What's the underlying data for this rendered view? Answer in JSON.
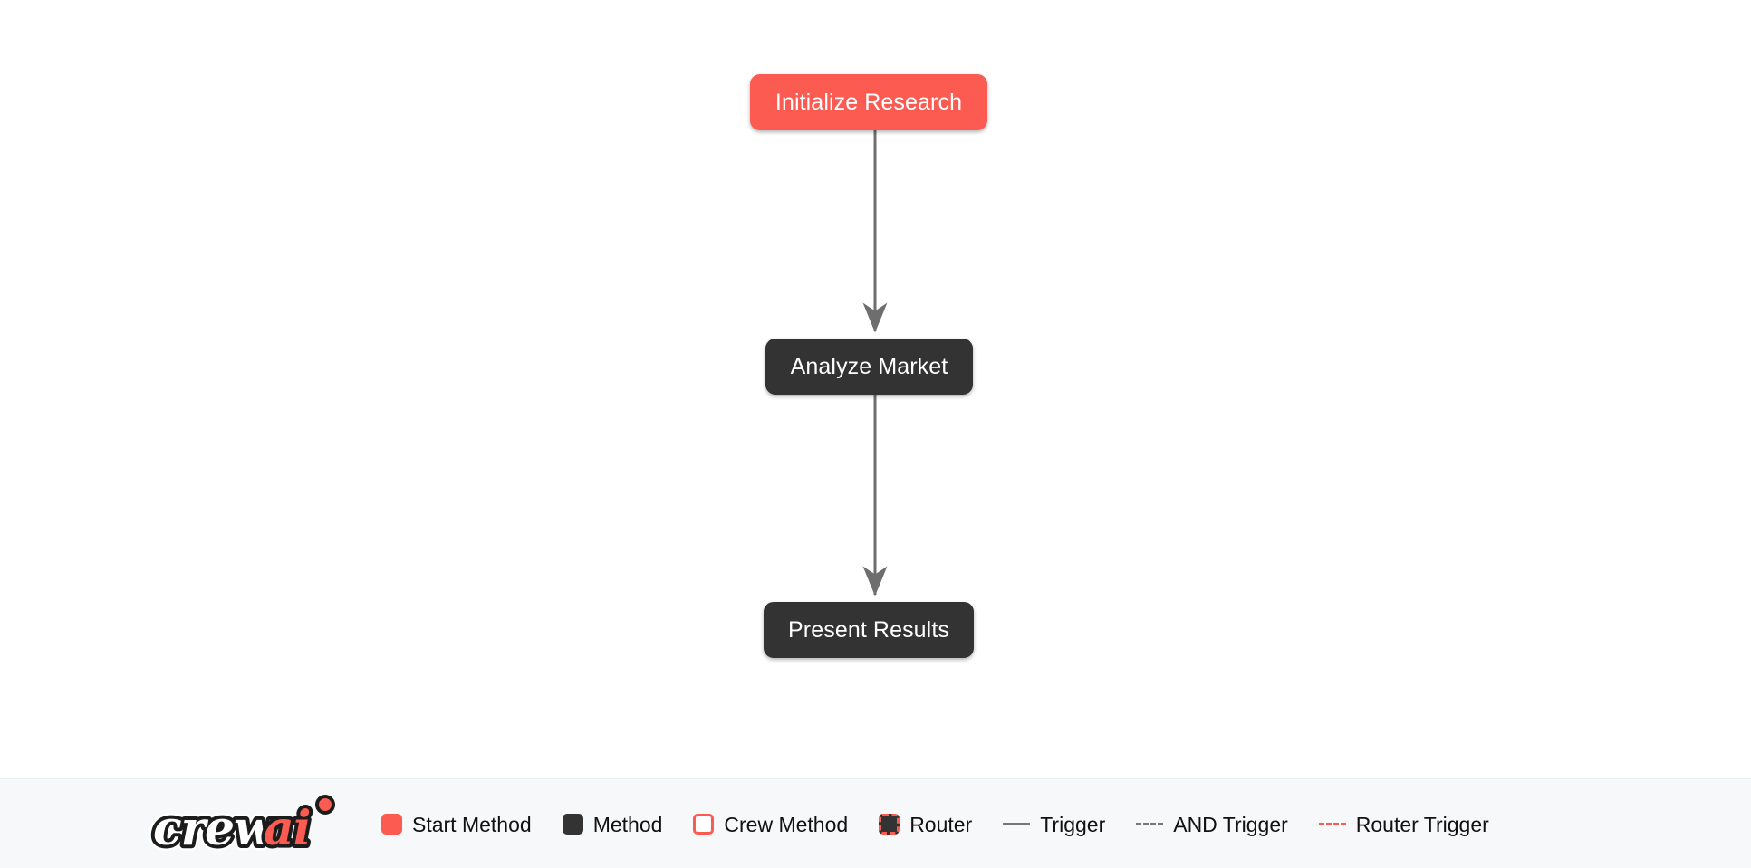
{
  "flow": {
    "nodes": [
      {
        "id": "initialize-research",
        "label": "Initialize Research",
        "type": "start-method"
      },
      {
        "id": "analyze-market",
        "label": "Analyze Market",
        "type": "method"
      },
      {
        "id": "present-results",
        "label": "Present Results",
        "type": "method"
      }
    ],
    "edges": [
      {
        "from": "initialize-research",
        "to": "analyze-market",
        "type": "trigger"
      },
      {
        "from": "analyze-market",
        "to": "present-results",
        "type": "trigger"
      }
    ]
  },
  "legend": {
    "logo_alt": "crewai",
    "logo_text_primary": "crew",
    "logo_text_accent": "ai",
    "items": [
      {
        "label": "Start Method",
        "marker": "filled-square",
        "color": "#fb5b51"
      },
      {
        "label": "Method",
        "marker": "filled-square",
        "color": "#333333"
      },
      {
        "label": "Crew Method",
        "marker": "outlined-square",
        "color": "#fb5b51"
      },
      {
        "label": "Router",
        "marker": "dashed-outlined-square",
        "color": "#333333"
      },
      {
        "label": "Trigger",
        "marker": "solid-line",
        "color": "#777777"
      },
      {
        "label": "AND Trigger",
        "marker": "dashed-line",
        "color": "#777777"
      },
      {
        "label": "Router Trigger",
        "marker": "dashed-line",
        "color": "#fb5b51"
      }
    ]
  },
  "colors": {
    "accent": "#fb5b51",
    "method": "#333333",
    "edge": "#6e6e6e",
    "canvas_bg": "#ffffff",
    "legend_bg": "#f7f8fa"
  }
}
